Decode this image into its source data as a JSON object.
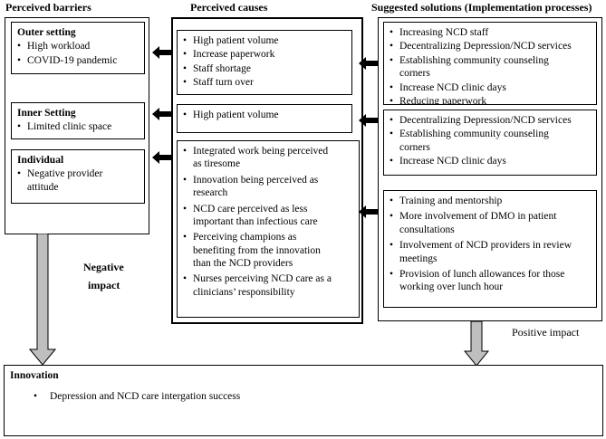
{
  "headers": {
    "barriers": "Perceived barriers",
    "causes": "Perceived causes",
    "solutions": "Suggested solutions (Implementation processes)"
  },
  "barriers": {
    "outer": {
      "title": "Outer setting",
      "items": [
        "High workload",
        "COVID-19 pandemic"
      ]
    },
    "inner": {
      "title": "Inner Setting",
      "items": [
        "Limited clinic space"
      ]
    },
    "individual": {
      "title": "Individual",
      "items": [
        "Negative provider attitude"
      ]
    }
  },
  "causes": {
    "box1": [
      "High patient volume",
      "Increase paperwork",
      "Staff shortage",
      "Staff turn over"
    ],
    "box2": [
      "High patient volume"
    ],
    "box3": [
      "Integrated work being perceived as tiresome",
      "Innovation being perceived as research",
      "NCD care perceived as less important than infectious care",
      "Perceiving champions as benefiting from the innovation than the NCD providers",
      "Nurses perceiving NCD care as a clinicians’ responsibility"
    ]
  },
  "solutions": {
    "box1": [
      "Increasing NCD staff",
      "Decentralizing Depression/NCD services",
      "Establishing community counseling corners",
      "Increase NCD clinic days"
    ],
    "box1_cut": "Reducing paperwork",
    "box2": [
      "Decentralizing Depression/NCD services",
      "Establishing community counseling corners",
      "Increase NCD clinic days"
    ],
    "box3": [
      "Training and mentorship",
      "More involvement of DMO in patient consultations",
      "Involvement of NCD providers in review meetings",
      "Provision of lunch allowances for those working over lunch hour"
    ]
  },
  "labels": {
    "negative_line1": "Negative",
    "negative_line2": "impact",
    "positive": "Positive impact"
  },
  "innovation": {
    "title": "Innovation",
    "items": [
      "Depression and NCD care intergation success"
    ]
  },
  "colors": {
    "arrow_dark": "#000000",
    "arrow_gray": "#bfbfbf"
  }
}
